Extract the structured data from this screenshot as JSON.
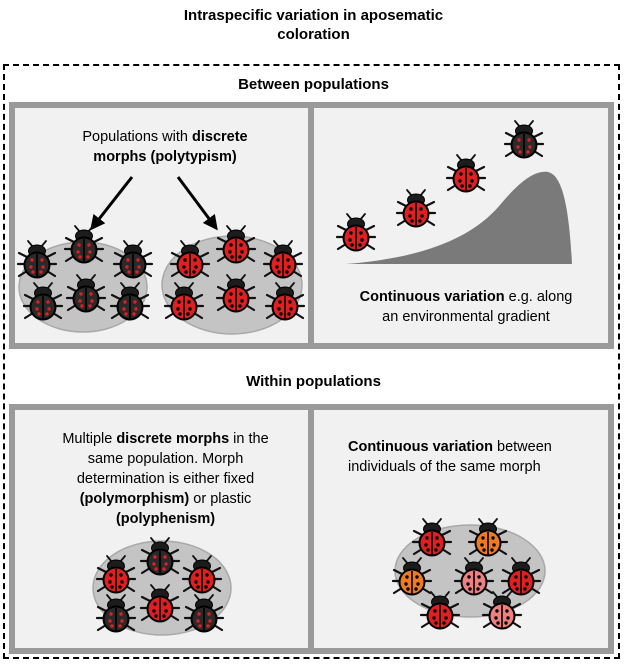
{
  "title_line1": "Intraspecific variation in aposematic",
  "title_line2": "coloration",
  "between_label": "Between populations",
  "within_label": "Within populations",
  "panel_tl": {
    "line1_plain": "Populations with ",
    "line1_bold": "discrete",
    "line2_bold": "morphs (polytypism)"
  },
  "panel_tr": {
    "bold": "Continuous variation",
    "line1_rest": " e.g. along",
    "line2": "an environmental gradient"
  },
  "panel_bl": {
    "l1_plain": "Multiple ",
    "l1_bold": "discrete morphs",
    "l1_rest": " in the",
    "l2": "same population. Morph",
    "l3": "determination is either fixed",
    "l4_bold": "(polymorphism)",
    "l4_rest": " or plastic",
    "l5_bold": "(polyphenism)"
  },
  "panel_br": {
    "bold": "Continuous variation",
    "line1_rest": " between",
    "line2": "individuals of the same morph"
  },
  "colors": {
    "black_morph": "#2a2a2a",
    "red_morph": "#e02020",
    "orange_morph": "#f07a20",
    "pink_morph": "#ef8080",
    "panel_border": "#9a9a9a",
    "panel_bg": "#f1f1f1",
    "ellipse": "#c4c4c4",
    "gradient_curve": "#7a7a7a"
  }
}
